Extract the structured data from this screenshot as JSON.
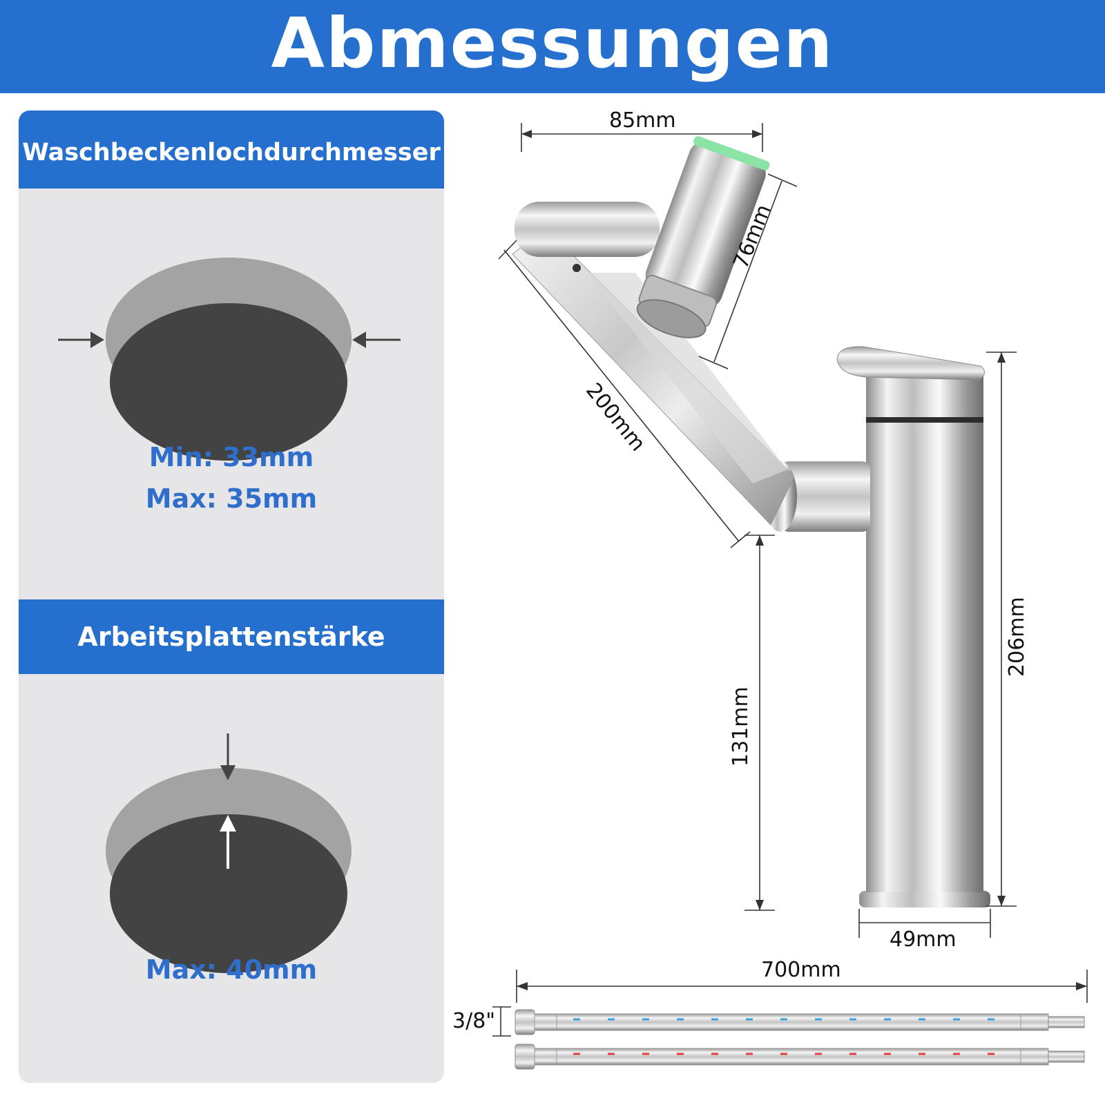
{
  "header": {
    "title": "Abmessungen"
  },
  "panel": {
    "hole_title": "Waschbeckenlochdurchmesser",
    "hole_min": "Min: 33mm",
    "hole_max": "Max: 35mm",
    "counter_title": "Arbeitsplattenstärke",
    "counter_max": "Max: 40mm"
  },
  "dimensions": {
    "spout_width": "85mm",
    "head_length": "76mm",
    "arm_length": "200mm",
    "total_height": "206mm",
    "spout_height": "131mm",
    "base_diameter": "49mm",
    "hose_length": "700mm",
    "hose_thread": "3/8\""
  },
  "colors": {
    "brand_blue": "#2570cf",
    "text_blue": "#2f6fcb",
    "panel_gray": "#e6e6e9",
    "ring_gray": "#a3a3a3",
    "hole_dark": "#434343",
    "cold_blue": "#3aa0e0",
    "hot_red": "#e04040"
  }
}
